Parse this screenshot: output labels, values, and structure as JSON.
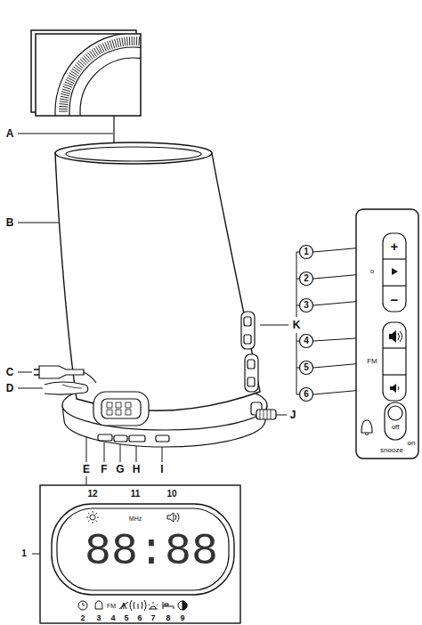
{
  "diagram": {
    "labels": [
      "A",
      "B",
      "C",
      "D",
      "E",
      "F",
      "G",
      "H",
      "I",
      "J",
      "K",
      "1",
      "2",
      "3",
      "4",
      "5",
      "6",
      "+",
      "−",
      "o",
      "FM",
      "off",
      "on",
      "snooze",
      "12",
      "11",
      "10",
      "MHz",
      "1",
      "88:88",
      "2",
      "3",
      "4",
      "5",
      "6",
      "7",
      "8",
      "9",
      "FM"
    ]
  }
}
